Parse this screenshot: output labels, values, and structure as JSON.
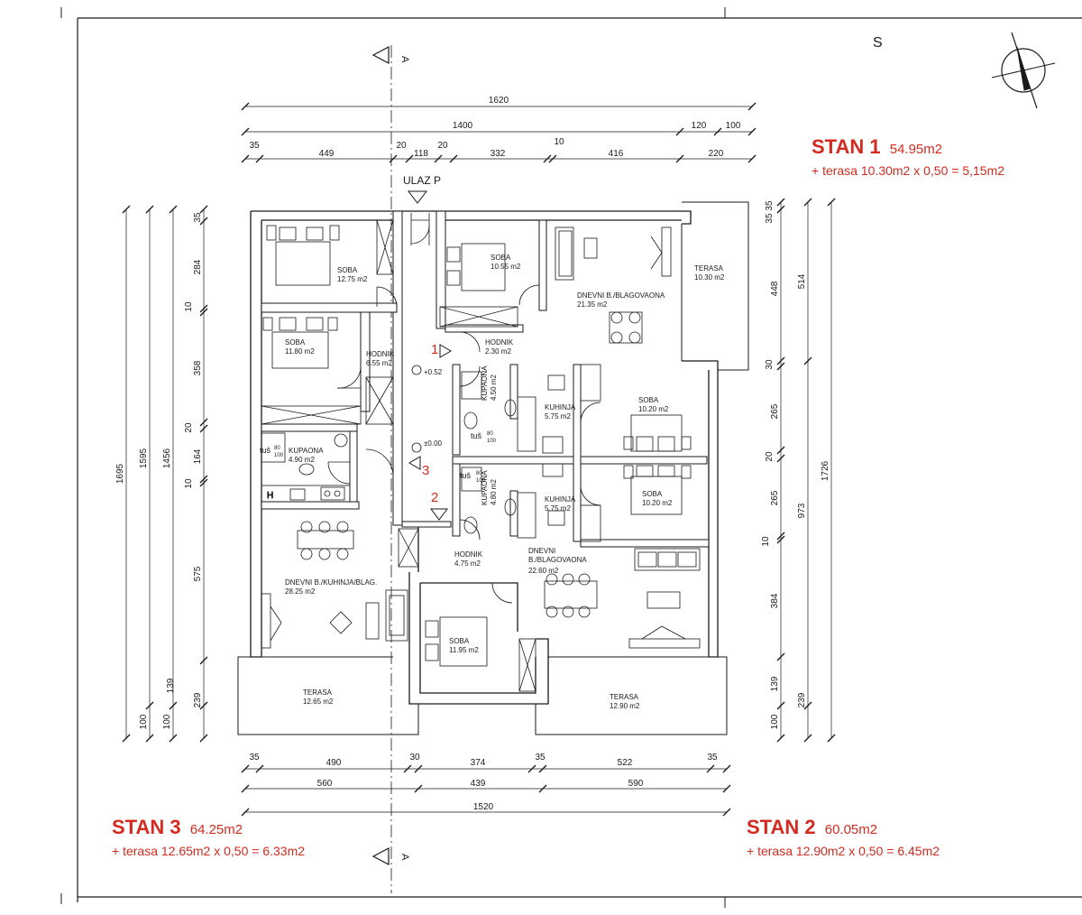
{
  "orientation": {
    "letter": "S"
  },
  "section_marker": "A",
  "entrance": "ULAZ P",
  "dimensions": {
    "top_total": "1620",
    "top_mid": "1400",
    "top_120": "120",
    "top_100": "100",
    "top_row": [
      "35",
      "449",
      "20",
      "118",
      "20",
      "332",
      "10",
      "416",
      "220"
    ],
    "bottom_row1": [
      "35",
      "490",
      "30",
      "374",
      "35",
      "522",
      "35"
    ],
    "bottom_row2": [
      "560",
      "439",
      "590"
    ],
    "bottom_total": "1520",
    "left_outer": "1695",
    "left_mid": "1595",
    "left_inner": "1456",
    "left_100a": "100",
    "left_100b": "100",
    "left_chain": [
      "35",
      "284",
      "10",
      "358",
      "20",
      "164",
      "10",
      "575",
      "139",
      "239"
    ],
    "right_chain": [
      "35",
      "35",
      "448",
      "30",
      "265",
      "20",
      "265",
      "10",
      "384",
      "139",
      "100"
    ],
    "right_514": "514",
    "right_973": "973",
    "right_239": "239",
    "right_total": "1726"
  },
  "rooms": [
    {
      "name": "SOBA",
      "area": "12.75 m2"
    },
    {
      "name": "SOBA",
      "area": "10.55 m2"
    },
    {
      "name": "DNEVNI B./BLAGOVAONA",
      "area": "21.35 m2"
    },
    {
      "name": "TERASA",
      "area": "10.30 m2"
    },
    {
      "name": "SOBA",
      "area": "11.80 m2"
    },
    {
      "name": "HODNIK",
      "area": "6.55 m2"
    },
    {
      "name": "HODNIK",
      "area": "2.30 m2"
    },
    {
      "name": "KUPAONA",
      "area": "4.50 m2"
    },
    {
      "name": "KUHINJA",
      "area": "5.75 m2"
    },
    {
      "name": "SOBA",
      "area": "10.20 m2"
    },
    {
      "name": "KUPAONA",
      "area": "4.90 m2"
    },
    {
      "name": "SOBA",
      "area": "10.20 m2"
    },
    {
      "name": "KUPAONA",
      "area": "4.80 m2"
    },
    {
      "name": "KUHINJA",
      "area": "5.75 m2"
    },
    {
      "name": "DNEVNI B./KUHINJA/BLAG.",
      "area": "28.25 m2"
    },
    {
      "name": "HODNIK",
      "area": "4.75 m2"
    },
    {
      "name": "DNEVNI",
      "area": "B./BLAGOVAONA"
    },
    {
      "name": "SOBA",
      "area": "11.95 m2"
    },
    {
      "name": "TERASA",
      "area": "12.65 m2"
    },
    {
      "name": "TERASA",
      "area": "12.90 m2"
    }
  ],
  "extra": {
    "dnevni2_area": "22.60 m2",
    "tus": "tuš",
    "tus_dim_top": "80",
    "tus_dim_bottom": "100",
    "level_plus": "+0.52",
    "level_zero": "±0.00"
  },
  "stairs": {
    "m1": "1",
    "m2": "2",
    "m3": "3"
  },
  "apartments": {
    "stan1": {
      "title": "STAN 1",
      "area": "54.95m2",
      "terrace": "+ terasa 10.30m2 x 0,50 = 5,15m2"
    },
    "stan2": {
      "title": "STAN 2",
      "area": "60.05m2",
      "terrace": "+ terasa 12.90m2 x 0,50 = 6.45m2"
    },
    "stan3": {
      "title": "STAN 3",
      "area": "64.25m2",
      "terrace": "+ terasa 12.65m2 x 0,50 = 6.33m2"
    }
  },
  "colors": {
    "accent": "#d42a20",
    "lines": "#1a1a1a"
  }
}
